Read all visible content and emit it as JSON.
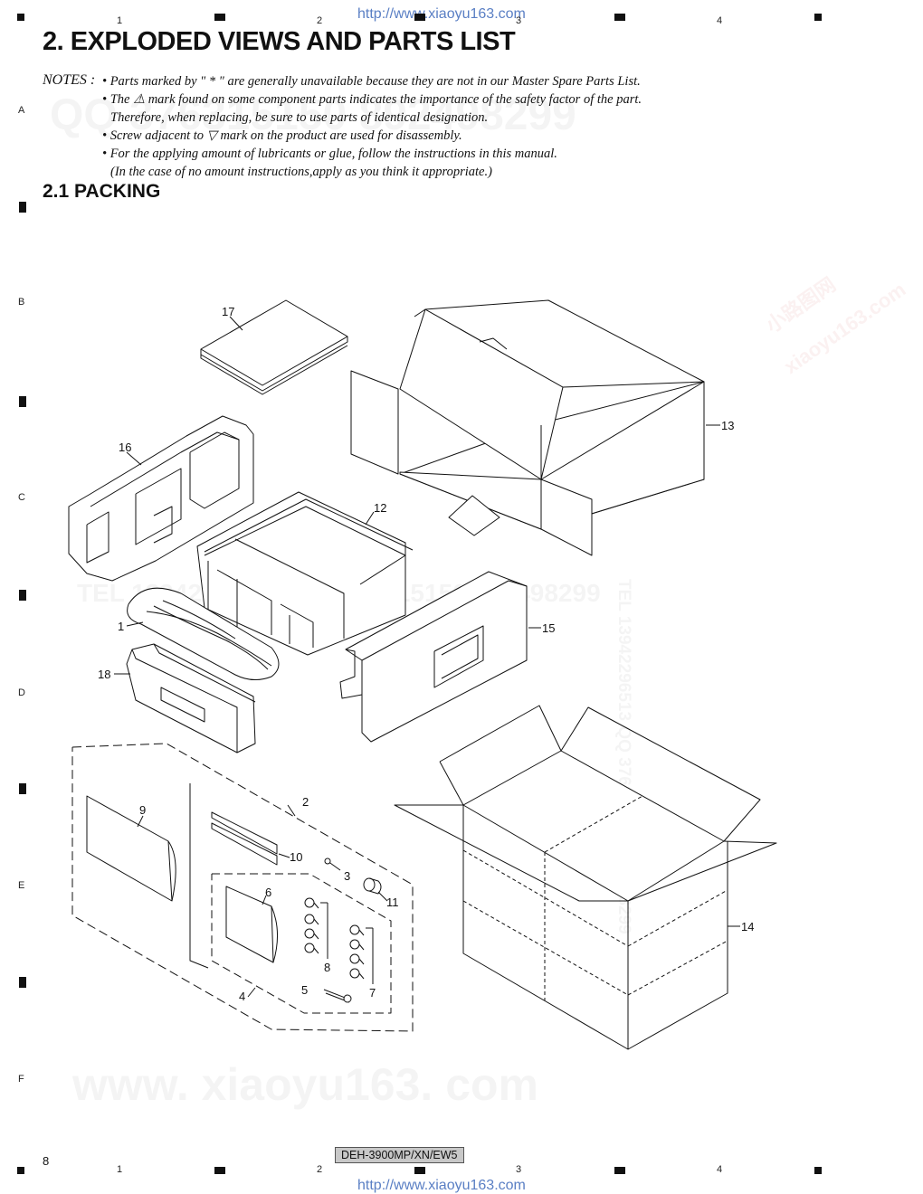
{
  "header": {
    "url_top": "http://www.xiaoyu163.com",
    "url_bottom": "http://www.xiaoyu163.com",
    "columns": [
      "1",
      "2",
      "3",
      "4"
    ],
    "rows": [
      "A",
      "B",
      "C",
      "D",
      "E",
      "F"
    ]
  },
  "document": {
    "title": "2. EXPLODED VIEWS AND PARTS LIST",
    "notes_label": "NOTES :",
    "notes": [
      "• Parts marked by  \" * \"  are generally unavailable because they are not in our Master Spare Parts List.",
      "• The ⚠ mark found on some component parts indicates the importance of the safety factor of the part.",
      "Therefore, when replacing, be sure to use parts of identical designation.",
      "• Screw adjacent to ▽ mark on the product are used for disassembly.",
      "• For the applying amount of lubricants or glue, follow the instructions in this manual.",
      "(In the case of no amount instructions,apply as you think it appropriate.)"
    ],
    "section_title": "2.1  PACKING"
  },
  "watermarks": {
    "qq_top": "QQ 376315150  892498299",
    "tel_mid": "TEL 13942296513  QQ 376315150  892498299",
    "site_bottom": "www. xiaoyu163. com",
    "side_vertical": "TEL 13942296513  QQ 376315150  892498299",
    "site_cn": "小路图网",
    "site_diag": "xiaoyu163.com"
  },
  "diagram": {
    "callouts": [
      "1",
      "2",
      "3",
      "4",
      "5",
      "6",
      "7",
      "8",
      "9",
      "10",
      "11",
      "12",
      "13",
      "14",
      "15",
      "16",
      "17",
      "18"
    ]
  },
  "footer": {
    "page_number": "8",
    "model": "DEH-3900MP/XN/EW5"
  }
}
